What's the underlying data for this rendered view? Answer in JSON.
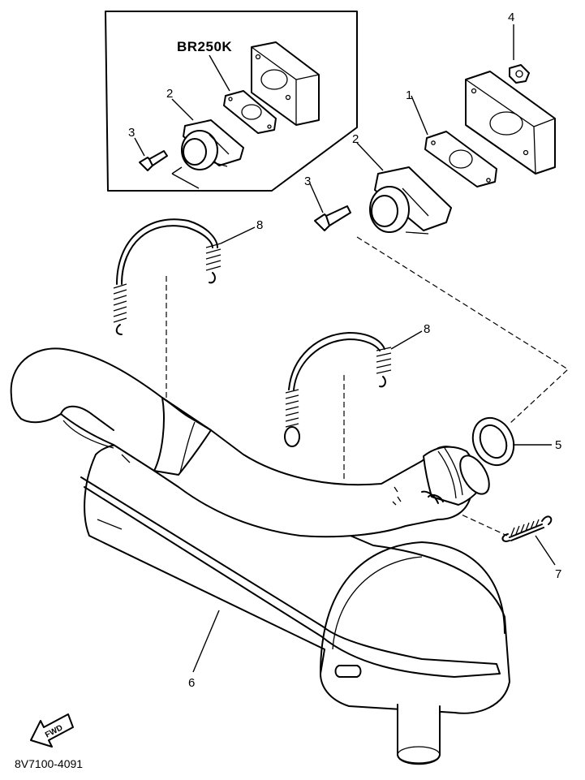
{
  "diagram": {
    "variant_label": "BR250K",
    "figure_code": "8V7100-4091",
    "direction_label": "FWD",
    "callouts": {
      "c1": "1",
      "c2_inset": "2",
      "c2": "2",
      "c3_inset": "3",
      "c3": "3",
      "c4": "4",
      "c5": "5",
      "c6": "6",
      "c7": "7",
      "c8_left": "8",
      "c8_right": "8"
    }
  }
}
